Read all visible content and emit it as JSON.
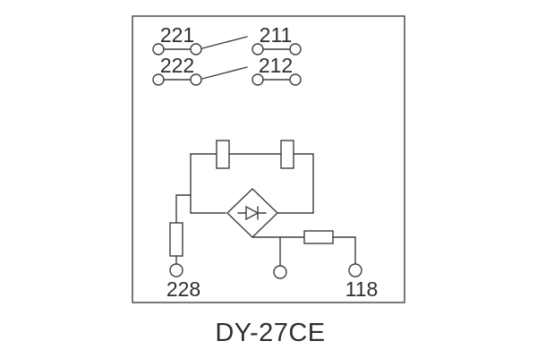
{
  "figure": {
    "title": "DY-27CE",
    "kind": "relay-internal-wiring-schematic"
  },
  "contacts": {
    "rows": [
      {
        "left": "221",
        "right": "211"
      },
      {
        "left": "222",
        "right": "212"
      }
    ]
  },
  "terminals": {
    "bottom_left": "228",
    "bottom_right": "118"
  },
  "components": {
    "switch_contacts": 2,
    "coil_rectangles": 2,
    "rectifier_bridge": "diamond-with-diode-symbol",
    "series_resistors": 2,
    "contact_circles": 8,
    "bottom_terminal_circles": 3
  },
  "colors": {
    "line": "#3f3f3f",
    "text": "#2f2f2f",
    "background": "#ffffff"
  }
}
